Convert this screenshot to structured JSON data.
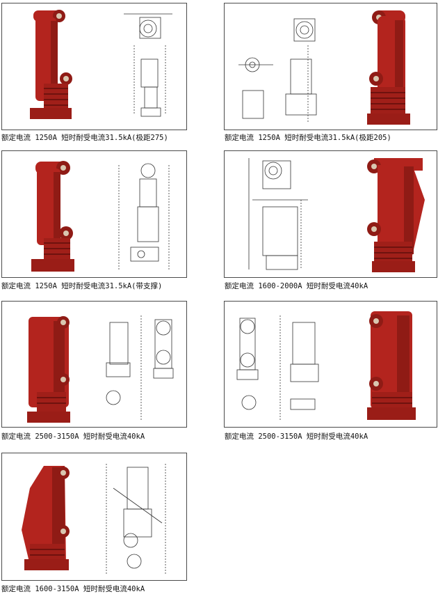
{
  "items": [
    {
      "caption": "额定电流 1250A  短时耐受电流31.5kA(极距275)"
    },
    {
      "caption": "额定电流 1250A  短时耐受电流31.5kA(极距205)"
    },
    {
      "caption": "额定电流 1250A  短时耐受电流31.5kA(带支撑)"
    },
    {
      "caption": "额定电流 1600-2000A  短时耐受电流40kA"
    },
    {
      "caption": "额定电流 2500-3150A  短时耐受电流40kA"
    },
    {
      "caption": "额定电流 2500-3150A  短时耐受电流40kA"
    },
    {
      "caption": "额定电流 1600-3150A  短时耐受电流40kA"
    }
  ],
  "colors": {
    "product_red": "#b3241e",
    "product_dark": "#7a1410",
    "border": "#4a4a4a"
  }
}
